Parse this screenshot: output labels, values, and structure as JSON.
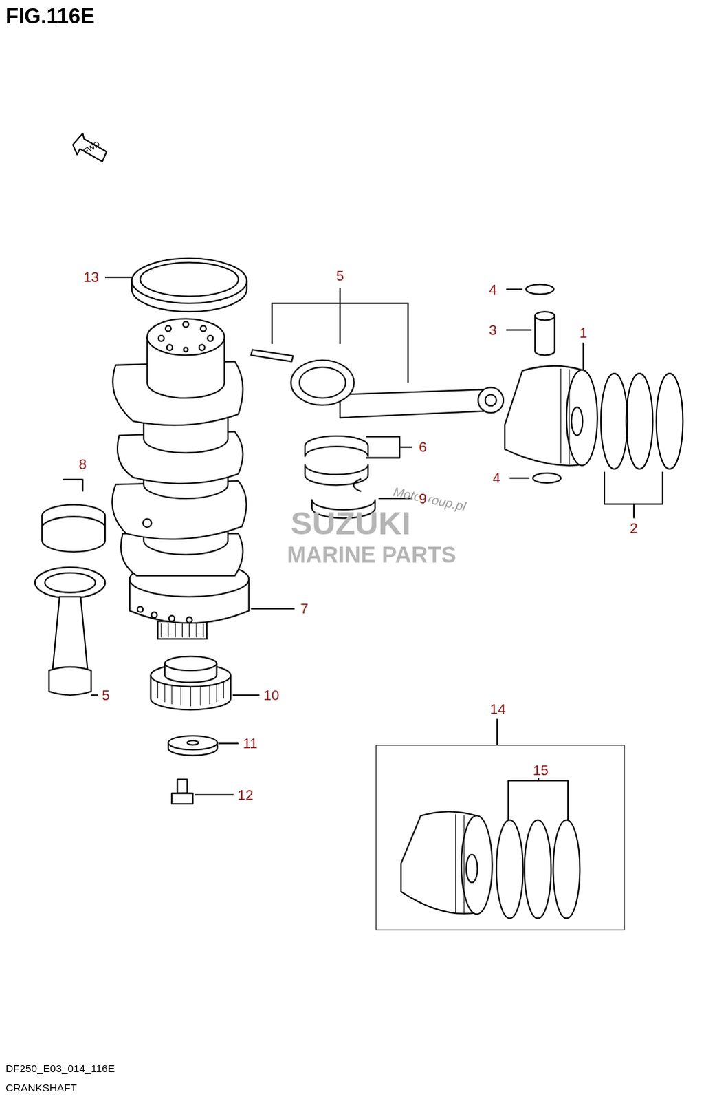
{
  "diagram": {
    "title": "FIG.116E",
    "nodes": [
      {
        "text": [
          "14",
          "15"
        ]
      }
    ],
    "labels": [
      "FWD",
      "13",
      "5",
      "4",
      "3",
      "1",
      "6",
      "8",
      "4",
      "Motogroup.pl",
      "9",
      "SUZUKI",
      "MARINE PARTS",
      "2",
      "7",
      "5",
      "10",
      "11",
      "12",
      "DF250_E03_014_116E",
      "CRANKSHAFT"
    ]
  }
}
